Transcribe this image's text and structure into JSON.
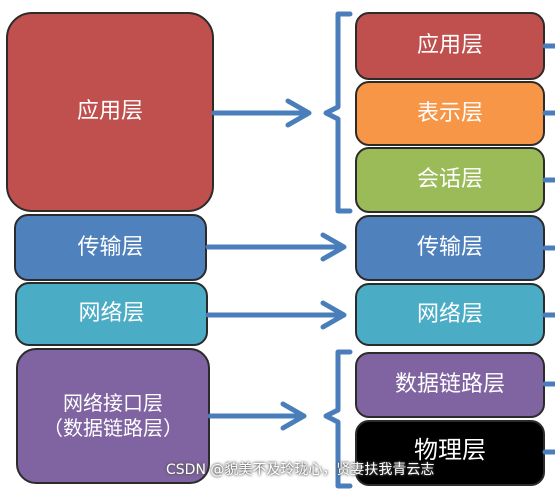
{
  "left_stack": {
    "application": "应用层",
    "transport": "传输层",
    "network": "网络层",
    "netif_line1": "网络接口层",
    "netif_line2": "（数据链路层）"
  },
  "right_stack": {
    "application": "应用层",
    "presentation": "表示层",
    "session": "会话层",
    "transport": "传输层",
    "network": "网络层",
    "datalink": "数据链路层",
    "physical": "物理层"
  },
  "colors": {
    "application": "#c0504d",
    "presentation": "#f79646",
    "session": "#9bbb59",
    "transport": "#4f81bd",
    "network": "#4bacc6",
    "netif": "#8064a2",
    "physical": "#000000",
    "arrow": "#4a7ebb"
  },
  "watermark": "CSDN @貌美不及玲珑心，贤妻扶我青云志"
}
